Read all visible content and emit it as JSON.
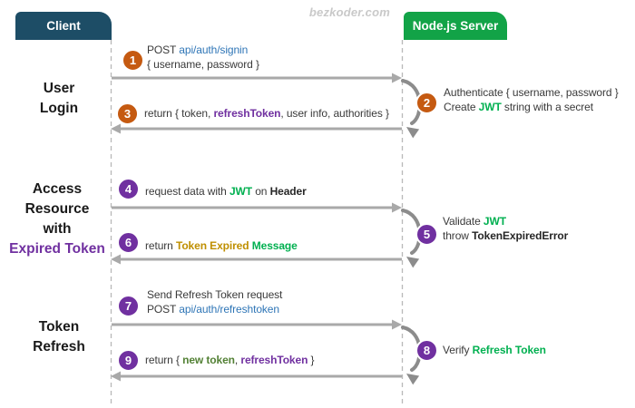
{
  "watermark": "bezkoder.com",
  "actors": {
    "client": {
      "label": "Client"
    },
    "server": {
      "label": "Node.js Server"
    }
  },
  "palette": {
    "client_header": "#1d4d66",
    "server_header": "#12a347",
    "orange_step": "#c55a11",
    "purple_step": "#7030a0",
    "arrow_gray": "#a9a9a9",
    "arc_gray": "#8c8c8c",
    "lifeline_gray": "#b9b9b9",
    "watermark_gray": "#c9c9c9",
    "section_dark": "#1a1a1a",
    "text_dark": "#3a3a3a",
    "link_blue": "#2e75b6",
    "jwt_green": "#00b050",
    "token_purple": "#7030a0",
    "expired_olive": "#bf8f00",
    "new_token_green": "#538135"
  },
  "sections": [
    {
      "lines": [
        {
          "text": "User",
          "color": "#1a1a1a"
        },
        {
          "text": "Login",
          "color": "#1a1a1a"
        }
      ]
    },
    {
      "lines": [
        {
          "text": "Access",
          "color": "#1a1a1a"
        },
        {
          "text": "Resource",
          "color": "#1a1a1a"
        },
        {
          "text": "with",
          "color": "#1a1a1a"
        },
        {
          "text": "Expired Token",
          "color": "#7030a0"
        }
      ]
    },
    {
      "lines": [
        {
          "text": "Token",
          "color": "#1a1a1a"
        },
        {
          "text": "Refresh",
          "color": "#1a1a1a"
        }
      ]
    }
  ],
  "steps": [
    {
      "number": "1",
      "color": "orange",
      "lines": [
        [
          {
            "t": "POST ",
            "c": "#3a3a3a"
          },
          {
            "t": "api/auth/signin",
            "c": "#2e75b6"
          }
        ],
        [
          {
            "t": "{ username, password }",
            "c": "#3a3a3a"
          }
        ]
      ]
    },
    {
      "number": "2",
      "color": "orange",
      "lines": [
        [
          {
            "t": "Authenticate { username, password }",
            "c": "#3a3a3a"
          }
        ],
        [
          {
            "t": "Create ",
            "c": "#3a3a3a"
          },
          {
            "t": "JWT",
            "c": "#00b050",
            "b": true
          },
          {
            "t": " string with a secret",
            "c": "#3a3a3a"
          }
        ]
      ]
    },
    {
      "number": "3",
      "color": "orange",
      "lines": [
        [
          {
            "t": "return { token, ",
            "c": "#3a3a3a"
          },
          {
            "t": "refreshToken",
            "c": "#7030a0",
            "b": true
          },
          {
            "t": ", user info, authorities }",
            "c": "#3a3a3a"
          }
        ]
      ]
    },
    {
      "number": "4",
      "color": "purple",
      "lines": [
        [
          {
            "t": "request data with ",
            "c": "#3a3a3a"
          },
          {
            "t": "JWT",
            "c": "#00b050",
            "b": true
          },
          {
            "t": " on ",
            "c": "#3a3a3a"
          },
          {
            "t": "Header",
            "c": "#262626",
            "b": true
          }
        ]
      ]
    },
    {
      "number": "5",
      "color": "purple",
      "lines": [
        [
          {
            "t": "Validate ",
            "c": "#3a3a3a"
          },
          {
            "t": "JWT",
            "c": "#00b050",
            "b": true
          }
        ],
        [
          {
            "t": "throw ",
            "c": "#3a3a3a"
          },
          {
            "t": "TokenExpiredError",
            "c": "#262626",
            "b": true
          }
        ]
      ]
    },
    {
      "number": "6",
      "color": "purple",
      "lines": [
        [
          {
            "t": "return ",
            "c": "#3a3a3a"
          },
          {
            "t": "Token Expired",
            "c": "#bf8f00",
            "b": true
          },
          {
            "t": " ",
            "c": "#3a3a3a"
          },
          {
            "t": "Message",
            "c": "#00b050",
            "b": true
          }
        ]
      ]
    },
    {
      "number": "7",
      "color": "purple",
      "lines": [
        [
          {
            "t": "Send Refresh Token request",
            "c": "#3a3a3a"
          }
        ],
        [
          {
            "t": "POST ",
            "c": "#3a3a3a"
          },
          {
            "t": "api/auth/refreshtoken",
            "c": "#2e75b6"
          }
        ]
      ]
    },
    {
      "number": "8",
      "color": "purple",
      "lines": [
        [
          {
            "t": "Verify ",
            "c": "#3a3a3a"
          },
          {
            "t": "Refresh Token",
            "c": "#00b050",
            "b": true
          }
        ]
      ]
    },
    {
      "number": "9",
      "color": "purple",
      "lines": [
        [
          {
            "t": "return { ",
            "c": "#3a3a3a"
          },
          {
            "t": "new token",
            "c": "#538135",
            "b": true
          },
          {
            "t": ", ",
            "c": "#3a3a3a"
          },
          {
            "t": "refreshToken",
            "c": "#7030a0",
            "b": true
          },
          {
            "t": " }",
            "c": "#3a3a3a"
          }
        ]
      ]
    }
  ]
}
